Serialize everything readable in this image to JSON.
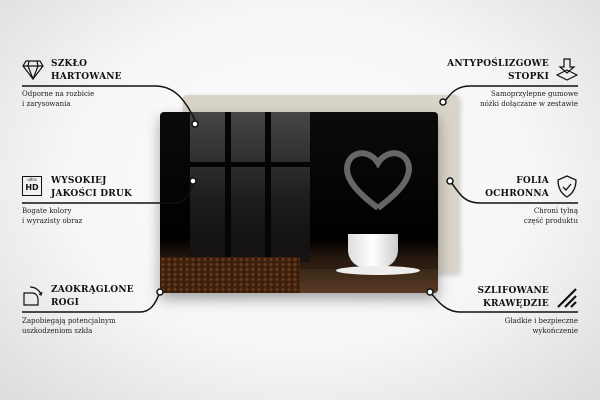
{
  "features": {
    "left": [
      {
        "icon": "diamond-icon",
        "title1": "SZKŁO",
        "title2": "HARTOWANE",
        "desc1": "Odporne na rozbicie",
        "desc2": "i zarysowania"
      },
      {
        "icon": "ultra-hd-icon",
        "icon_text_small": "ultra",
        "icon_text_big": "HD",
        "title1": "WYSOKIEJ",
        "title2": "JAKOŚCI DRUK",
        "desc1": "Bogate kolory",
        "desc2": "i wyrazisty obraz"
      },
      {
        "icon": "rounded-corner-icon",
        "title1": "ZAOKRĄGLONE",
        "title2": "ROGI",
        "desc1": "Zapobiegają potencjalnym",
        "desc2": "uszkodzeniom szkła"
      }
    ],
    "right": [
      {
        "icon": "anti-slip-feet-icon",
        "title1": "ANTYPOŚLIZGOWE",
        "title2": "STOPKI",
        "desc1": "Samoprzylepne gumowe",
        "desc2": "nóżki dołączane w zestawie"
      },
      {
        "icon": "shield-check-icon",
        "title1": "FOLIA",
        "title2": "OCHRONNA",
        "desc1": "Chroni tylną",
        "desc2": "część produktu"
      },
      {
        "icon": "ground-edges-icon",
        "title1": "SZLIFOWANE",
        "title2": "KRAWĘDZIE",
        "desc1": "Gładkie i bezpieczne",
        "desc2": "wykończenie"
      }
    ]
  }
}
